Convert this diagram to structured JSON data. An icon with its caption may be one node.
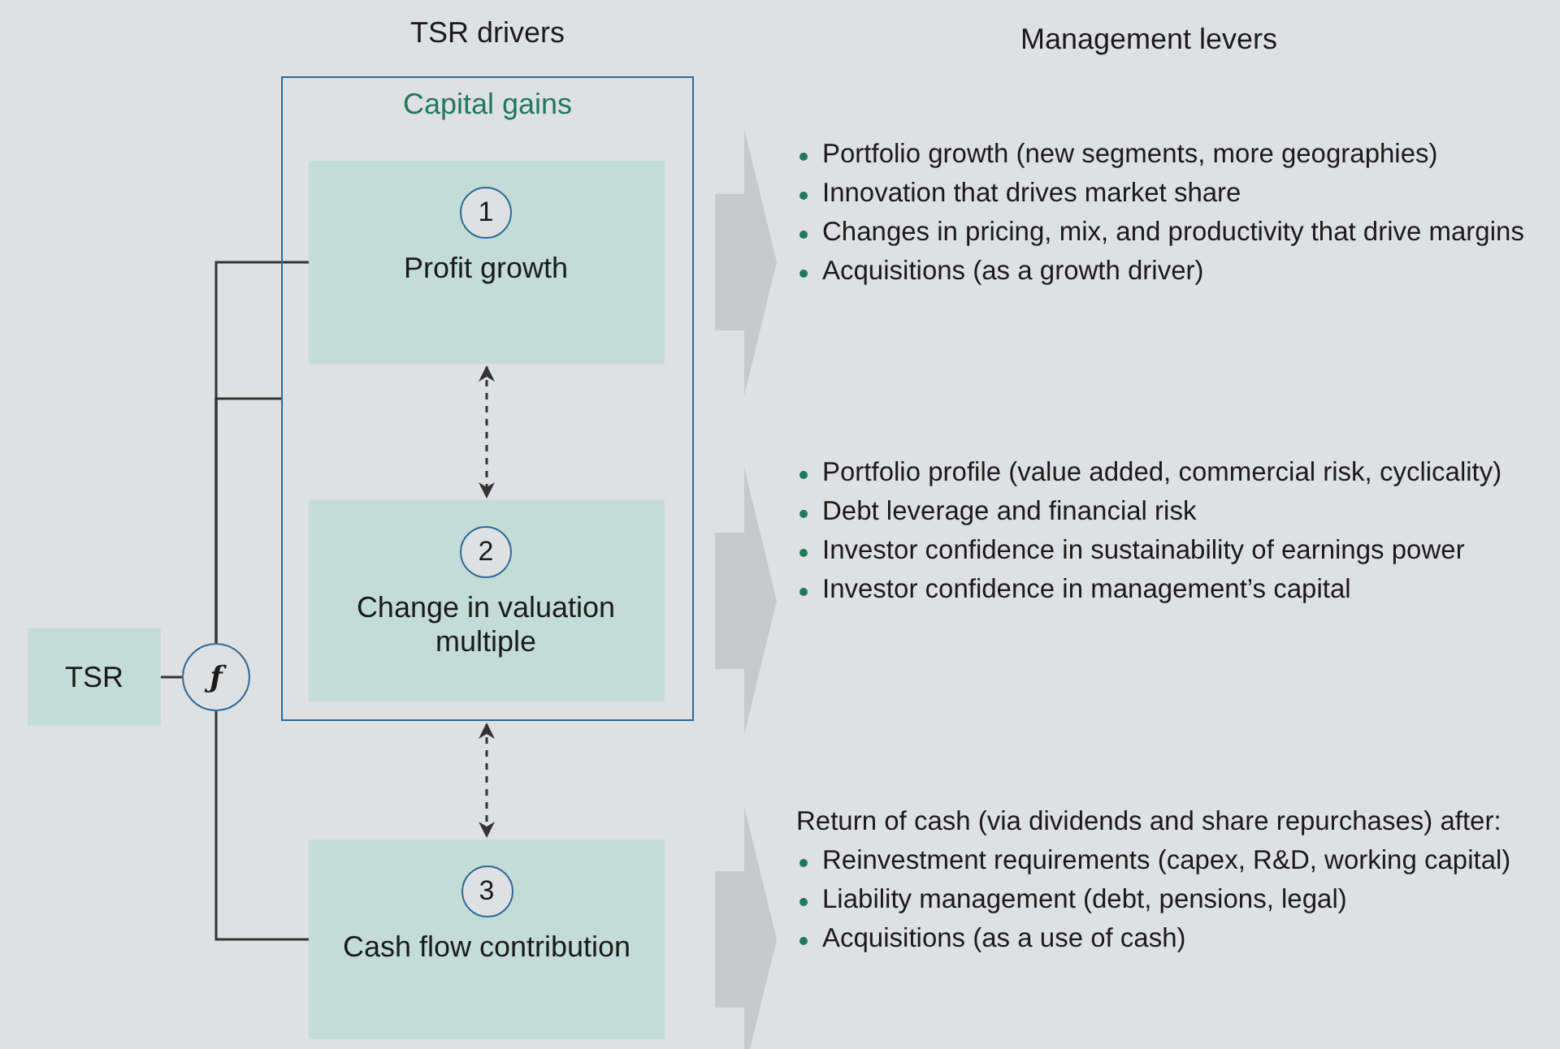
{
  "diagram": {
    "nodes": [
      {
        "text": [
          "TSR"
        ]
      },
      {
        "text": [
          "ƒ"
        ]
      },
      {
        "text": [
          "Capital gains"
        ]
      },
      {
        "text": [
          "1",
          "Profit growth"
        ],
        "in": 2
      },
      {
        "text": [
          "2",
          "Change in valuation multiple"
        ],
        "in": 2
      },
      {
        "text": [
          "3",
          "Cash flow contribution"
        ]
      },
      {
        "text": [
          "Portfolio growth (new segments, more geographies)",
          "Innovation that drives market share",
          "Changes in pricing, mix, and productivity that drive margins",
          "Acquisitions (as a growth driver)"
        ]
      },
      {
        "text": [
          "Portfolio profile (value added, commercial risk, cyclicality)",
          "Debt leverage and financial risk",
          "Investor confidence in sustainability of earnings power",
          "Investor confidence in management’s capital"
        ]
      },
      {
        "text": [
          "Return of cash (via dividends and share repurchases) after:",
          "Reinvestment requirements (capex, R&D, working capital)",
          "Liability management (debt, pensions, legal)",
          "Acquisitions (as a use of cash)"
        ]
      }
    ],
    "edges": [
      {
        "from": 0,
        "to": 1,
        "arrow": "none"
      },
      {
        "from": 1,
        "to": 3,
        "arrow": "none"
      },
      {
        "from": 1,
        "to": 2,
        "arrow": "none"
      },
      {
        "from": 1,
        "to": 5,
        "arrow": "none"
      },
      {
        "from": 3,
        "to": 4,
        "arrow": "both",
        "style": "dashed"
      },
      {
        "from": 2,
        "to": 5,
        "arrow": "both",
        "style": "dashed"
      },
      {
        "from": 3,
        "to": 6,
        "arrow": "to",
        "style": "thick",
        "color": "#c8c9cb"
      },
      {
        "from": 4,
        "to": 7,
        "arrow": "to",
        "style": "thick",
        "color": "#c8c9cb"
      },
      {
        "from": 5,
        "to": 8,
        "arrow": "to",
        "style": "thick",
        "color": "#c8c9cb"
      }
    ],
    "labels": [
      "TSR drivers",
      "Management levers"
    ]
  }
}
